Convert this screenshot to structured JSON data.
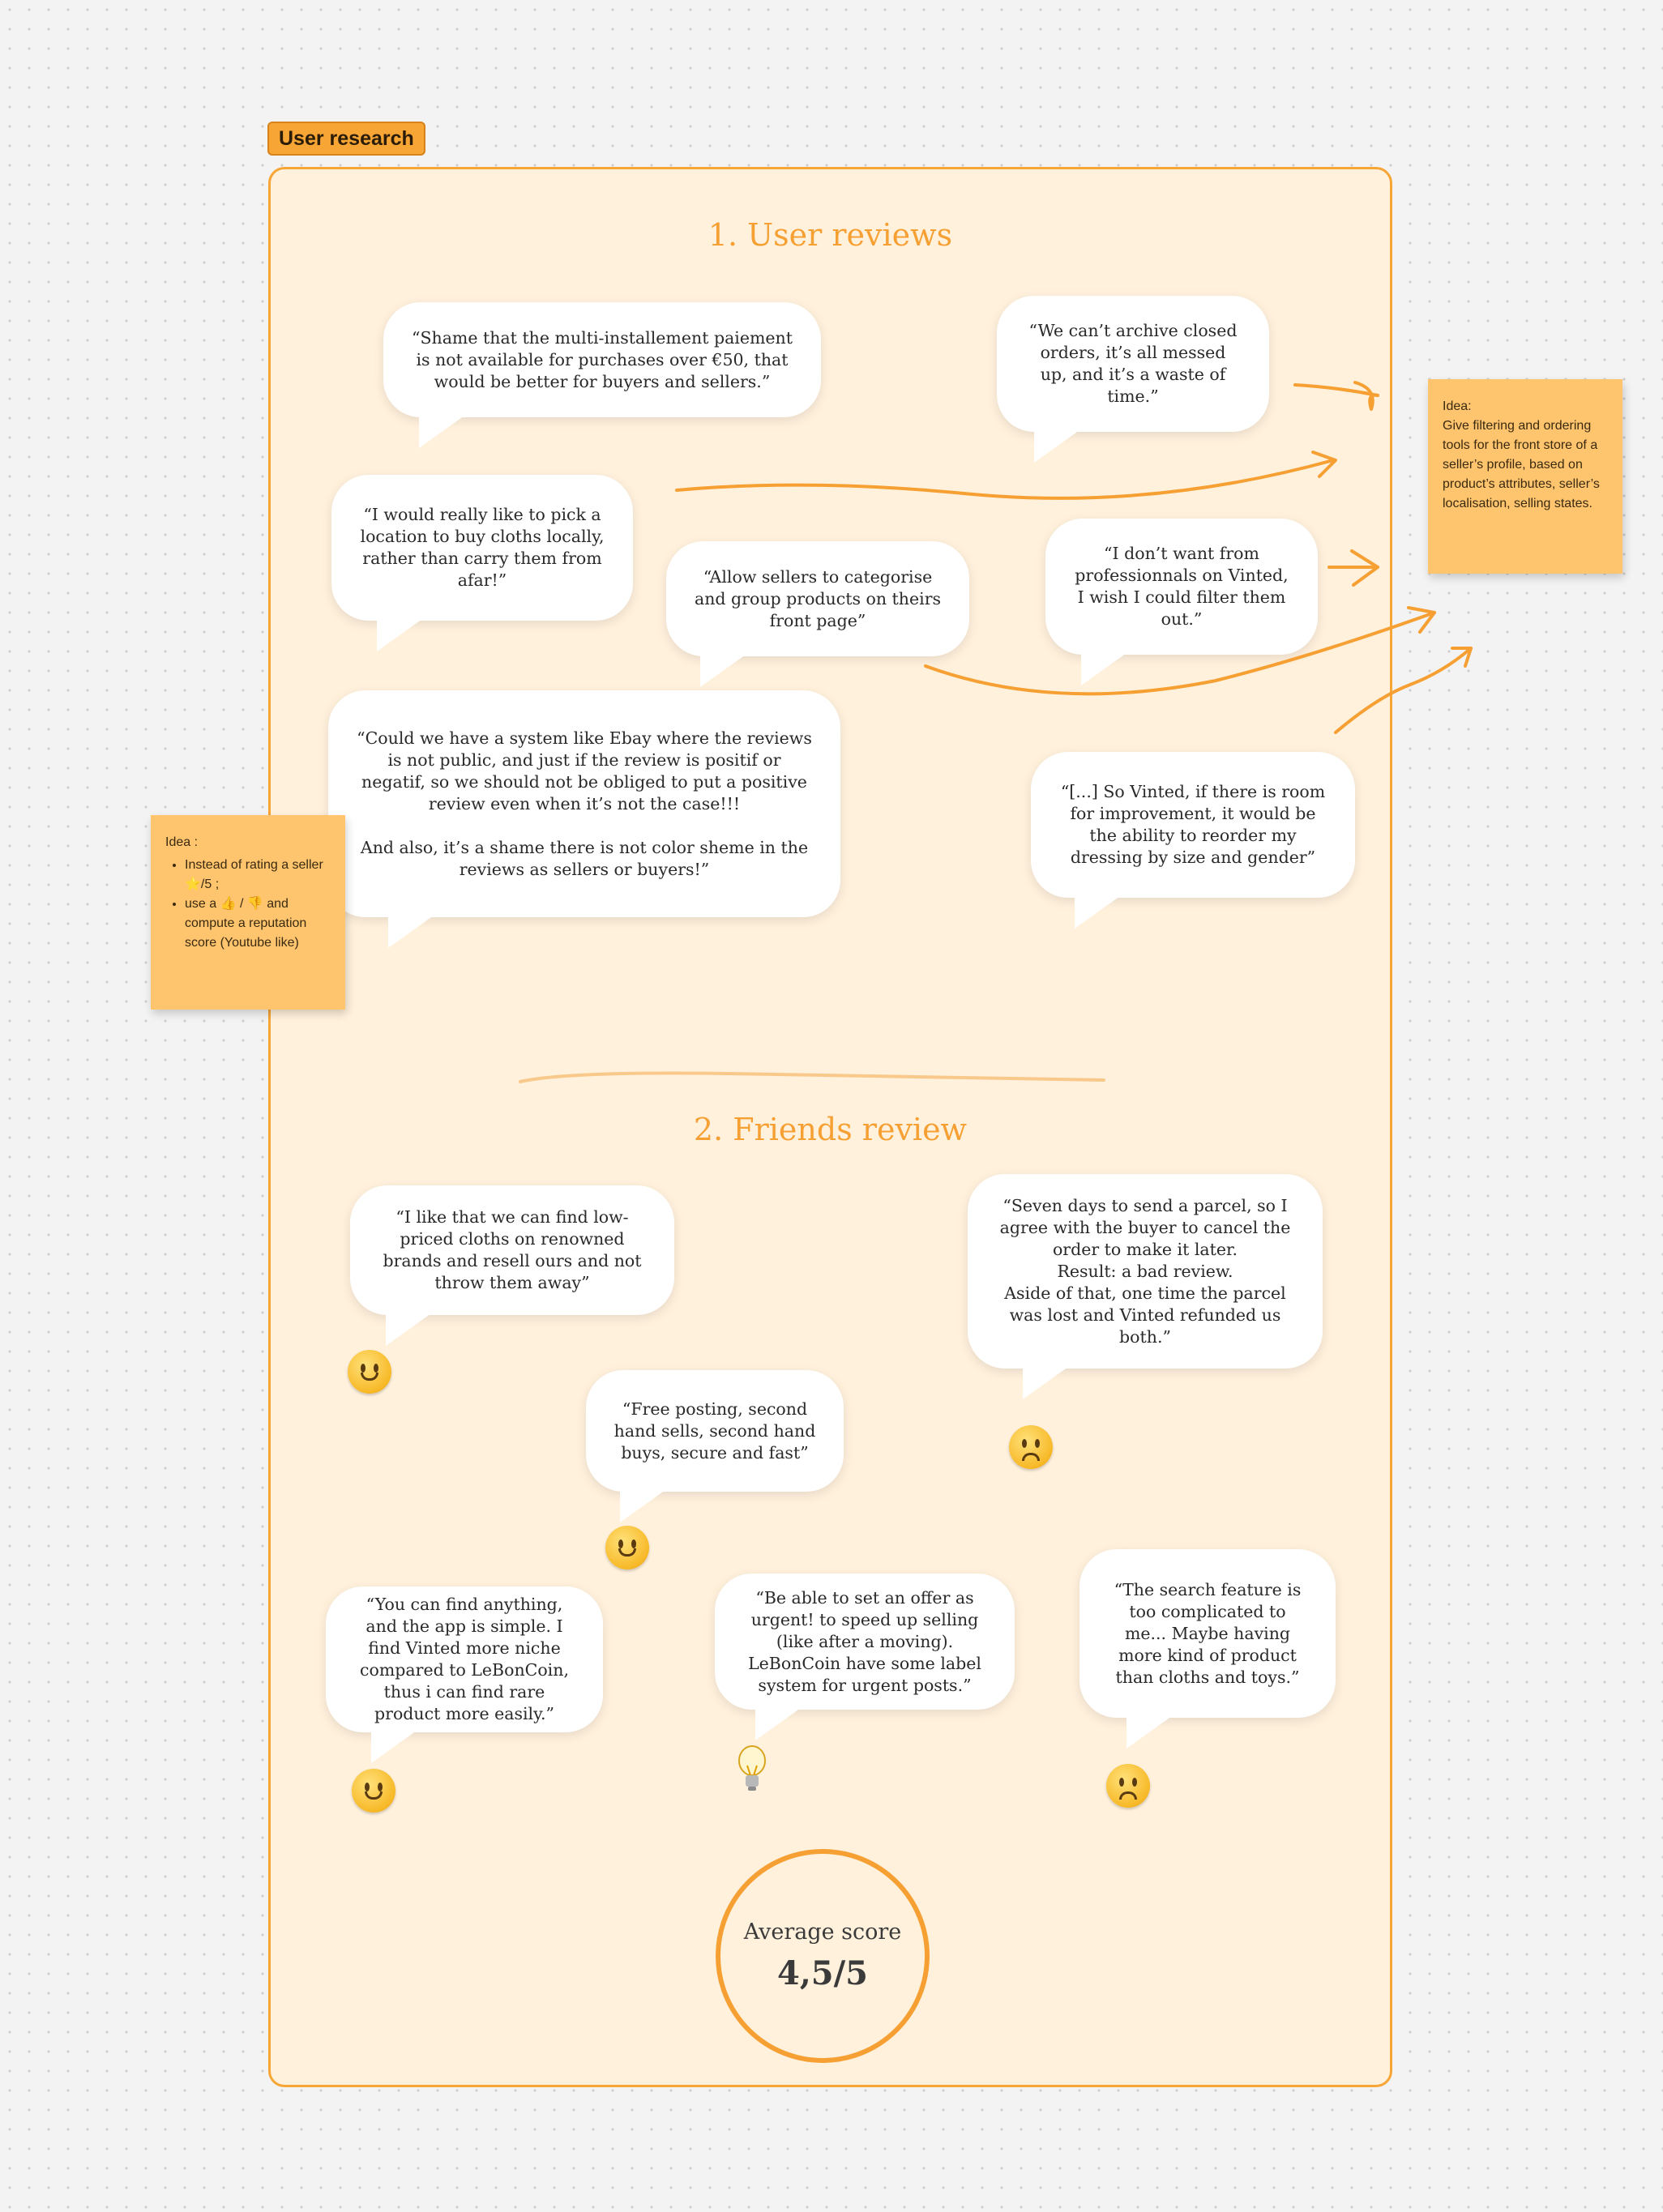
{
  "frame_label": "User research",
  "sections": {
    "user_reviews_title": "1. User reviews",
    "friends_review_title": "2. Friends review"
  },
  "user_reviews": [
    "“Shame that the multi-installement paiement is not available for purchases over €50, that would be better for buyers and sellers.”",
    "“We can’t archive closed orders, it’s all messed up, and it’s a waste of time.”",
    "“I would really like to pick a location to buy cloths locally, rather than carry them from afar!”",
    "“Allow sellers to categorise and group products on theirs front page”",
    "“I don’t want from professionnals on Vinted, I wish I could filter them out.”",
    "“Could we have a system like Ebay where the reviews is not public, and just if the review is positif or negatif, so we should not be obliged to put a positive review even when it’s not the case!!!\n\nAnd also, it’s a shame there is not color sheme in the reviews as sellers or buyers!”",
    "“[...] So Vinted, if there is room for improvement, it would be the ability to reorder my dressing by size and gender”"
  ],
  "ideas": {
    "right": {
      "title": "Idea:",
      "text": "Give filtering and ordering tools for the front store of a seller’s profile, based on product’s attributes, seller’s localisation, selling states."
    },
    "left": {
      "title": "Idea :",
      "items": [
        "Instead of rating a seller ⭐/5 ;",
        "use a 👍 / 👎 and compute a reputation score (Youtube like)"
      ]
    }
  },
  "friends_reviews": [
    {
      "text": "“I like that we can find low-priced cloths on renowned brands and resell ours and not throw them away”",
      "reaction": "smile-icon"
    },
    {
      "text": "“Seven days to send a parcel, so I agree with the buyer to cancel the order to make it later.\nResult: a bad review.\nAside of that, one time the parcel was lost and Vinted refunded us both.”",
      "reaction": "sad-icon"
    },
    {
      "text": "“Free posting, second hand sells, second hand buys, secure and fast”",
      "reaction": "smile-icon"
    },
    {
      "text": "“You can find anything, and the app is simple. I find Vinted more niche compared to LeBonCoin, thus i can find rare product more easily.”",
      "reaction": "smile-icon"
    },
    {
      "text": "“Be able to set an offer as urgent! to speed up selling (like after a moving). LeBonCoin have some label system for urgent posts.”",
      "reaction": "lightbulb-icon"
    },
    {
      "text": "“The search feature is too complicated to me... Maybe having more kind of product than cloths and toys.”",
      "reaction": "sad-icon"
    }
  ],
  "average_score": {
    "label": "Average score",
    "value": "4,5/5"
  },
  "colors": {
    "accent": "#f6a033",
    "frame_bg": "#fff1dc",
    "sticky": "#ffc46e"
  }
}
